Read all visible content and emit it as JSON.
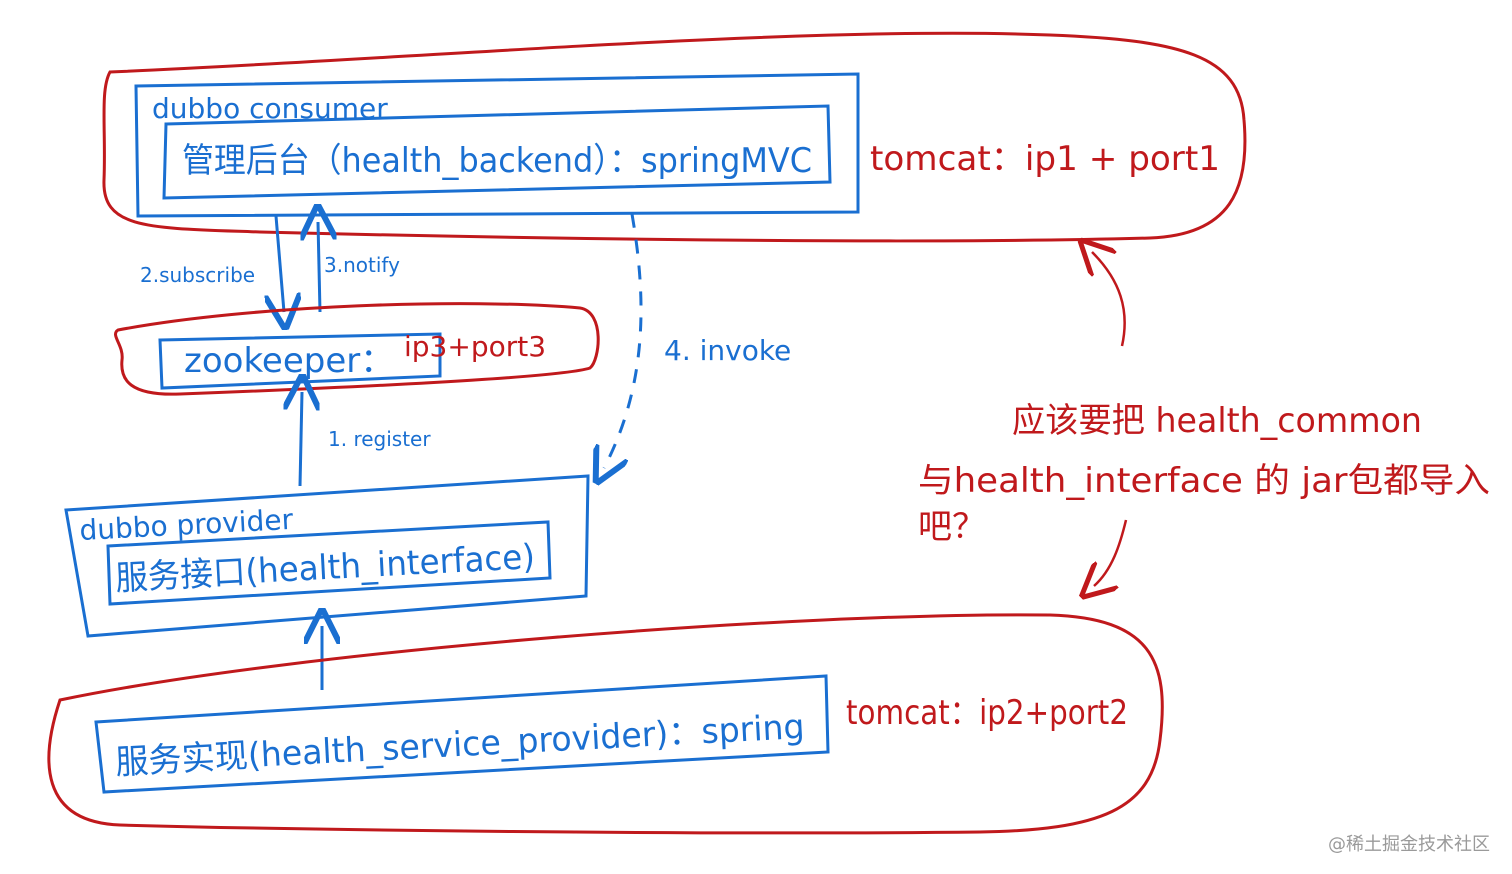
{
  "consumer": {
    "title": "dubbo consumer",
    "inner": "管理后台（health_backend）：springMVC",
    "tomcat": "tomcat：ip1 + port1"
  },
  "edges": {
    "subscribe": "2.subscribe",
    "notify": "3.notify",
    "invoke": "4. invoke",
    "register": "1. register"
  },
  "registry": {
    "label": "zookeeper：",
    "addr": "ip3+port3"
  },
  "provider": {
    "title": "dubbo provider",
    "inner": "服务接口(health_interface)"
  },
  "impl": {
    "inner": "服务实现(health_service_provider)：spring",
    "tomcat": "tomcat：ip2+port2"
  },
  "note": {
    "line1": "应该要把 health_common",
    "line2": "与health_interface 的 jar包都导入",
    "line3": "吧？"
  },
  "watermark": "@稀土掘金技术社区",
  "colors": {
    "blue": "#1a6fd1",
    "red": "#c0191c"
  }
}
